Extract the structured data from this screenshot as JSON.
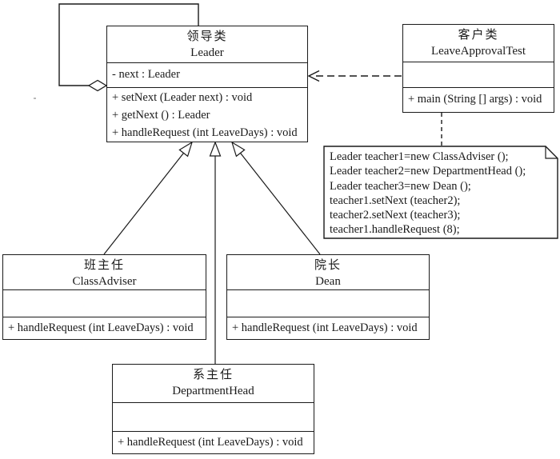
{
  "diagram": {
    "background": "#ffffff",
    "line_color": "#1a1a1a"
  },
  "classes": {
    "leader": {
      "name_cn": "领导类",
      "name_en": "Leader",
      "attributes": [
        "- next : Leader"
      ],
      "methods": [
        "+ setNext (Leader next) : void",
        "+ getNext () : Leader",
        "+ handleRequest (int LeaveDays) : void"
      ]
    },
    "client": {
      "name_cn": "客户类",
      "name_en": "LeaveApprovalTest",
      "attributes": [],
      "methods": [
        "+ main (String [] args) : void"
      ]
    },
    "class_adviser": {
      "name_cn": "班主任",
      "name_en": "ClassAdviser",
      "attributes": [],
      "methods": [
        "+ handleRequest (int LeaveDays) : void"
      ]
    },
    "dean": {
      "name_cn": "院长",
      "name_en": "Dean",
      "attributes": [],
      "methods": [
        "+ handleRequest (int LeaveDays) : void"
      ]
    },
    "department_head": {
      "name_cn": "系主任",
      "name_en": "DepartmentHead",
      "attributes": [],
      "methods": [
        "+ handleRequest (int LeaveDays) : void"
      ]
    }
  },
  "note": {
    "lines": [
      "Leader teacher1=new ClassAdviser ();",
      "Leader teacher2=new DepartmentHead ();",
      "Leader teacher3=new Dean ();",
      "teacher1.setNext (teacher2);",
      "teacher2.setNext (teacher3);",
      "teacher1.handleRequest (8);"
    ]
  },
  "relationships": [
    {
      "type": "aggregation",
      "from": "Leader",
      "to": "Leader"
    },
    {
      "type": "dependency",
      "from": "LeaveApprovalTest",
      "to": "Leader"
    },
    {
      "type": "generalization",
      "from": "ClassAdviser",
      "to": "Leader"
    },
    {
      "type": "generalization",
      "from": "DepartmentHead",
      "to": "Leader"
    },
    {
      "type": "generalization",
      "from": "Dean",
      "to": "Leader"
    },
    {
      "type": "note-anchor",
      "from": "note",
      "to": "LeaveApprovalTest"
    }
  ]
}
